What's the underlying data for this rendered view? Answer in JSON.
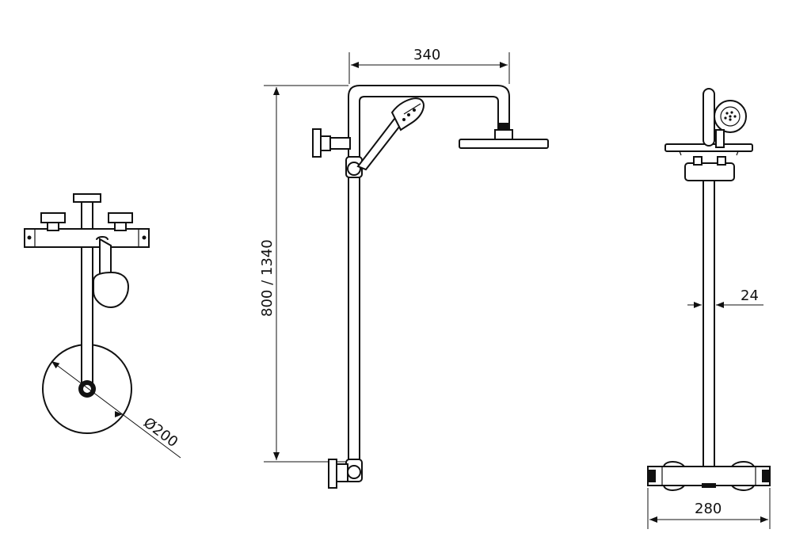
{
  "dimensions": {
    "arm_width": "340",
    "height": "800 / 1340",
    "rail_diameter": "24",
    "base_width": "280",
    "head_diameter": "Ø200"
  },
  "colors": {
    "line": "#111111",
    "background": "#ffffff"
  }
}
